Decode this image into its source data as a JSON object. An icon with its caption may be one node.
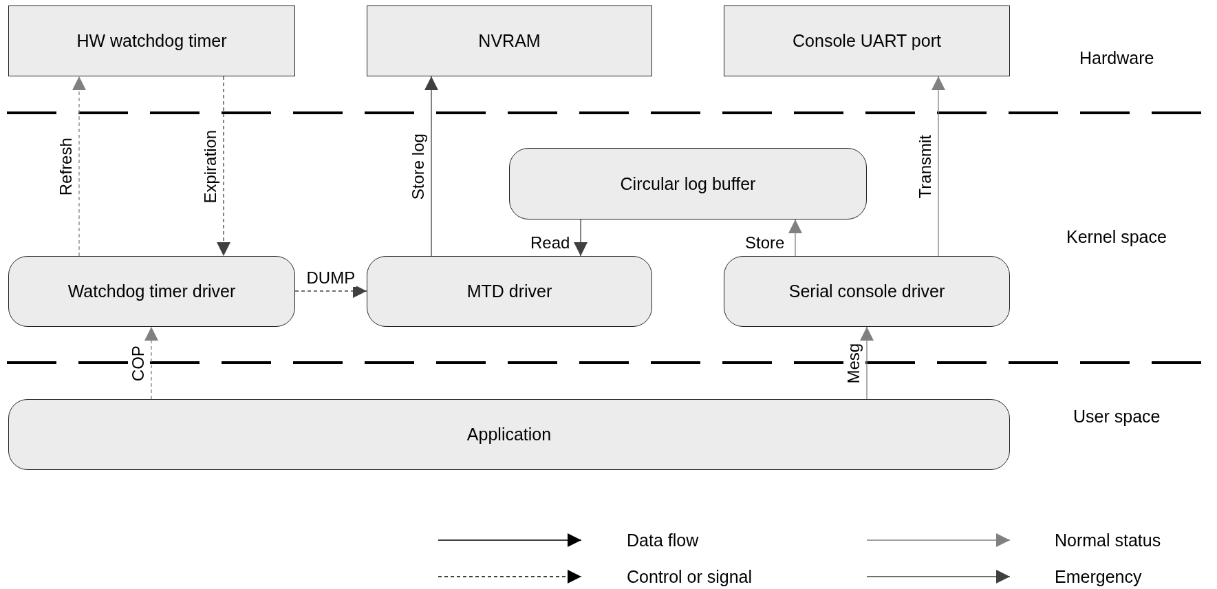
{
  "diagram": {
    "nodes": [
      {
        "text": [
          "HW watchdog timer"
        ]
      },
      {
        "text": [
          "NVRAM"
        ]
      },
      {
        "text": [
          "Console UART port"
        ]
      },
      {
        "text": [
          "Circular log buffer"
        ]
      },
      {
        "text": [
          "Watchdog timer driver"
        ]
      },
      {
        "text": [
          "MTD driver"
        ]
      },
      {
        "text": [
          "Serial console driver"
        ]
      },
      {
        "text": [
          "Application"
        ]
      }
    ],
    "edges": [
      {
        "from": 4,
        "to": 0,
        "arrow": "to",
        "label": "Refresh",
        "style": "dashed"
      },
      {
        "from": 0,
        "to": 4,
        "arrow": "to",
        "label": "Expiration",
        "style": "dashed",
        "color": "#404040"
      },
      {
        "from": 5,
        "to": 1,
        "arrow": "to",
        "label": "Store log",
        "color": "#404040"
      },
      {
        "from": 3,
        "to": 5,
        "arrow": "to",
        "label": "Read",
        "color": "#404040"
      },
      {
        "from": 6,
        "to": 3,
        "arrow": "to",
        "label": "Store"
      },
      {
        "from": 6,
        "to": 2,
        "arrow": "to",
        "label": "Transmit"
      },
      {
        "from": 4,
        "to": 5,
        "arrow": "to",
        "label": "DUMP",
        "style": "dashed",
        "color": "#404040"
      },
      {
        "from": 7,
        "to": 4,
        "arrow": "to",
        "label": "COP",
        "style": "dashed"
      },
      {
        "from": 7,
        "to": 6,
        "arrow": "to",
        "label": "Mesg"
      }
    ],
    "labels": [
      "Hardware",
      "Kernel space",
      "User space"
    ],
    "legend": [
      {
        "text": "Data flow"
      },
      {
        "text": "Normal status"
      },
      {
        "text": "Control or signal"
      },
      {
        "text": "Emergency"
      }
    ]
  }
}
